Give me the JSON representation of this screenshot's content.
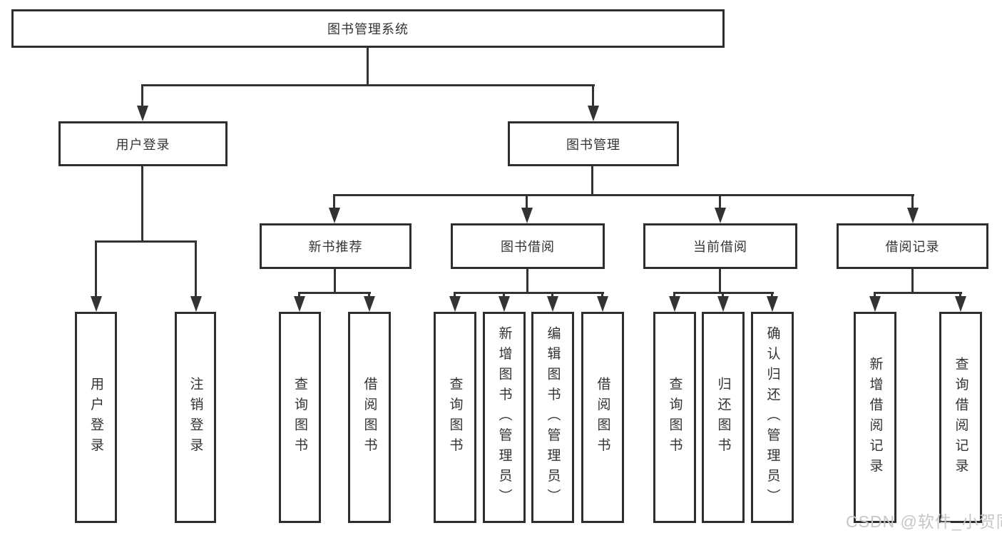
{
  "diagram": {
    "root": "图书管理系统",
    "login": {
      "label": "用户登录",
      "children": [
        "用户登录",
        "注销登录"
      ]
    },
    "management": {
      "label": "图书管理",
      "sections": [
        {
          "label": "新书推荐",
          "children": [
            "查询图书",
            "借阅图书"
          ]
        },
        {
          "label": "图书借阅",
          "children": [
            "查询图书",
            "新增图书（管理员）",
            "编辑图书（管理员）",
            "借阅图书"
          ]
        },
        {
          "label": "当前借阅",
          "children": [
            "查询图书",
            "归还图书",
            "确认归还（管理员）"
          ]
        },
        {
          "label": "借阅记录",
          "children": [
            "新增借阅记录",
            "查询借阅记录"
          ]
        }
      ]
    }
  },
  "colors": {
    "line": "#333333",
    "box_border": "#2e2e2e",
    "text": "#333333",
    "watermark": "#c6c6c6",
    "background": "#ffffff"
  },
  "watermark": "CSDN @软件_小贺同学"
}
